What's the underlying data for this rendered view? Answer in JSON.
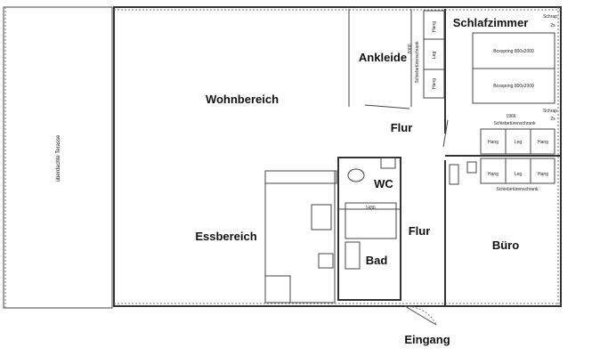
{
  "plan": {
    "rooms": {
      "terrace": "überdachte Terasse",
      "living": "Wohnbereich",
      "dining": "Essbereich",
      "dressing": "Ankleide",
      "bedroom": "Schlafzimmer",
      "hall_upper": "Flur",
      "hall_lower": "Flur",
      "wc": "WC",
      "bath": "Bad",
      "office": "Büro",
      "entrance": "Eingang"
    },
    "furniture": {
      "bed": "Boxspring 800x2000",
      "hang": "Hang",
      "leg": "Leg",
      "sliding_wardrobe": "Schiebetürenschrank",
      "tub_length": "1430",
      "wardrobe_length": "2000",
      "wardrobe_width": "1966",
      "cabinet": "Schrap",
      "cabinet_count": "2x"
    }
  }
}
